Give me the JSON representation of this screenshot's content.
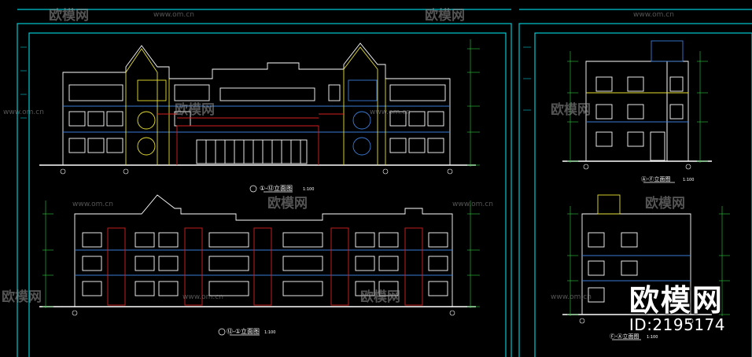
{
  "watermarks": {
    "url": "www.om.cn",
    "logo": "欧模网"
  },
  "drawings": {
    "front_elevation_title": "①-⑫立面图",
    "front_elevation_scale": "1:100",
    "rear_elevation_title": "⑫-①立面图",
    "rear_elevation_scale": "1:100",
    "side_elevation_1_title": "Ⓐ-Ⓕ立面图",
    "side_elevation_1_scale": "1:100",
    "side_elevation_2_title": "Ⓕ-Ⓐ立面图",
    "side_elevation_2_scale": "1:100"
  },
  "brand": {
    "name": "欧模网",
    "id_label": "ID:2195174"
  },
  "colors": {
    "background": "#000000",
    "frame": "#00c8d2",
    "lines": "#ffffff",
    "accent_red": "#d42020",
    "accent_yellow": "#e8e030",
    "accent_blue": "#3a7bd5",
    "dimension_green": "#2ecc40"
  }
}
